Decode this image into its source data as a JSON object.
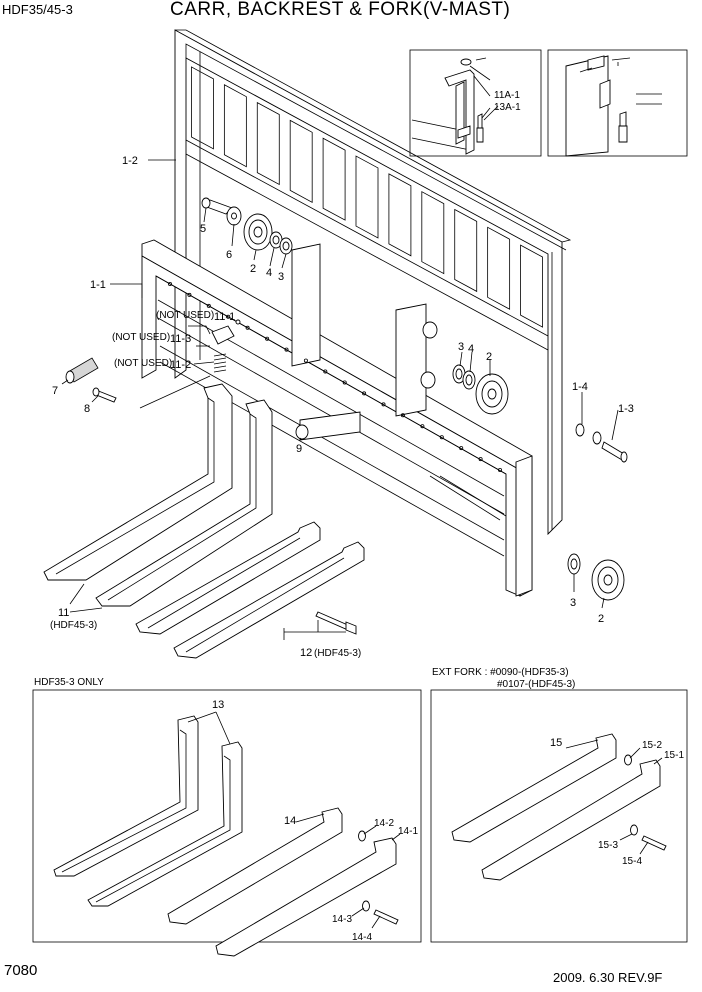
{
  "header": {
    "model": "HDF35/45-3",
    "title": "CARR, BACKREST & FORK(V-MAST)"
  },
  "callouts": {
    "c1_2": "1-2",
    "c1_1": "1-1",
    "c11a": "11A-1",
    "c13a": "13A-1",
    "c5": "5",
    "c6": "6",
    "c2a": "2",
    "c4a": "4",
    "c3a": "3",
    "nu1": "(NOT USED)",
    "c11_1": "11-1",
    "nu2": "(NOT USED)",
    "c11_3": "11-3",
    "nu3": "(NOT USED)",
    "c11_2": "11-2",
    "c7": "7",
    "c8": "8",
    "c9": "9",
    "c3b": "3",
    "c4b": "4",
    "c2b": "2",
    "c1_4": "1-4",
    "c1_3": "1-3",
    "c3c": "3",
    "c2c": "2",
    "c11": "11",
    "c11note": "(HDF45-3)",
    "c12": "12",
    "c12note": "(HDF45-3)",
    "c13": "13",
    "c14": "14",
    "c14_2": "14-2",
    "c14_1": "14-1",
    "c14_3": "14-3",
    "c14_4": "14-4",
    "c15": "15",
    "c15_2": "15-2",
    "c15_1": "15-1",
    "c15_3": "15-3",
    "c15_4": "15-4"
  },
  "panels": {
    "left_label": "HDF35-3 ONLY",
    "right_label_1": "EXT FORK : #0090-(HDF35-3)",
    "right_label_2": "#0107-(HDF45-3)"
  },
  "footer": {
    "page": "7080",
    "revision": "2009. 6.30 REV.9F"
  }
}
